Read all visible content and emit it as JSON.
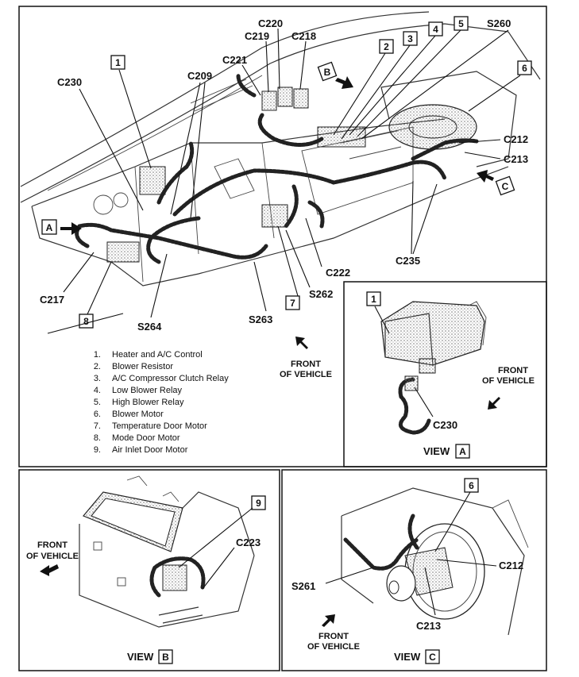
{
  "main": {
    "callout_numbers": [
      "1",
      "2",
      "3",
      "4",
      "5",
      "6",
      "7",
      "8"
    ],
    "connectors": {
      "c220": "C220",
      "c219": "C219",
      "c218": "C218",
      "c221": "C221",
      "c230": "C230",
      "c209": "C209",
      "s260": "S260",
      "c212": "C212",
      "c213": "C213",
      "c222": "C222",
      "c235": "C235",
      "s262": "S262",
      "c217": "C217",
      "s264": "S264",
      "s263": "S263"
    },
    "view_markers": {
      "a": "A",
      "b": "B",
      "c": "C"
    },
    "front_label": [
      "FRONT",
      "OF VEHICLE"
    ]
  },
  "legend": [
    {
      "num": "1.",
      "text": "Heater and A/C Control"
    },
    {
      "num": "2.",
      "text": "Blower Resistor"
    },
    {
      "num": "3.",
      "text": "A/C Compressor Clutch Relay"
    },
    {
      "num": "4.",
      "text": "Low Blower Relay"
    },
    {
      "num": "5.",
      "text": "High Blower Relay"
    },
    {
      "num": "6.",
      "text": "Blower Motor"
    },
    {
      "num": "7.",
      "text": "Temperature Door Motor"
    },
    {
      "num": "8.",
      "text": "Mode Door Motor"
    },
    {
      "num": "9.",
      "text": "Air Inlet Door Motor"
    }
  ],
  "view_a": {
    "callout": "1",
    "connector": "C230",
    "front_label": [
      "FRONT",
      "OF VEHICLE"
    ],
    "view_word": "VIEW",
    "view_letter": "A"
  },
  "view_b": {
    "callout": "9",
    "connector": "C223",
    "front_label": [
      "FRONT",
      "OF VEHICLE"
    ],
    "view_word": "VIEW",
    "view_letter": "B"
  },
  "view_c": {
    "callout": "6",
    "connectors": {
      "c212": "C212",
      "c213": "C213",
      "s261": "S261"
    },
    "front_label": [
      "FRONT",
      "OF VEHICLE"
    ],
    "view_word": "VIEW",
    "view_letter": "C"
  }
}
